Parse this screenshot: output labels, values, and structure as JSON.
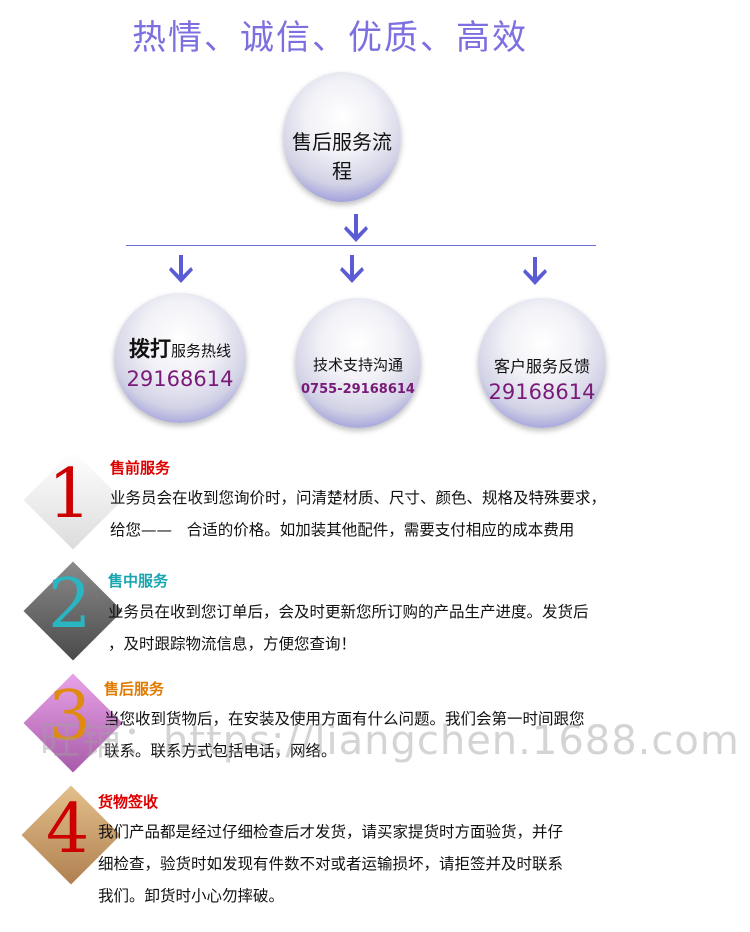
{
  "slogan": "热情、诚信、优质、高效",
  "flow": {
    "main_title": "售后服务流程",
    "branches": [
      {
        "title_big": "拨打",
        "title_small": "服务热线",
        "number": "29168614"
      },
      {
        "title": "技术支持沟通",
        "number": "0755-29168614"
      },
      {
        "title": "客户服务反馈",
        "number": "29168614"
      }
    ]
  },
  "sections": [
    {
      "num": "1",
      "title": "售前服务",
      "title_color": "#dd0000",
      "lines": [
        "业务员会在收到您询价时，问清楚材质、尺寸、颜色、规格及特殊要求，",
        "给您——   合适的价格。如加装其他配件，需要支付相应的成本费用"
      ]
    },
    {
      "num": "2",
      "title": "售中服务",
      "title_color": "#1aa6b0",
      "lines": [
        "业务员在收到您订单后，会及时更新您所订购的产品生产进度。发货后",
        "，及时跟踪物流信息，方便您查询！"
      ]
    },
    {
      "num": "3",
      "title": "售后服务",
      "title_color": "#e07a00",
      "lines": [
        "当您收到货物后，在安装及使用方面有什么问题。我们会第一时间跟您",
        "联系。联系方式包括电话，网络。"
      ]
    },
    {
      "num": "4",
      "title": "货物签收",
      "title_color": "#dd0000",
      "lines": [
        "我们产品都是经过仔细检查后才发货，请买家提货时方面验货，并仔",
        "细检查，验货时如发现有件数不对或者运输损坏，请拒签并及时联系",
        "我们。卸货时小心勿摔破。"
      ]
    }
  ],
  "watermark": "旺铺：https://liangchen.1688.com"
}
